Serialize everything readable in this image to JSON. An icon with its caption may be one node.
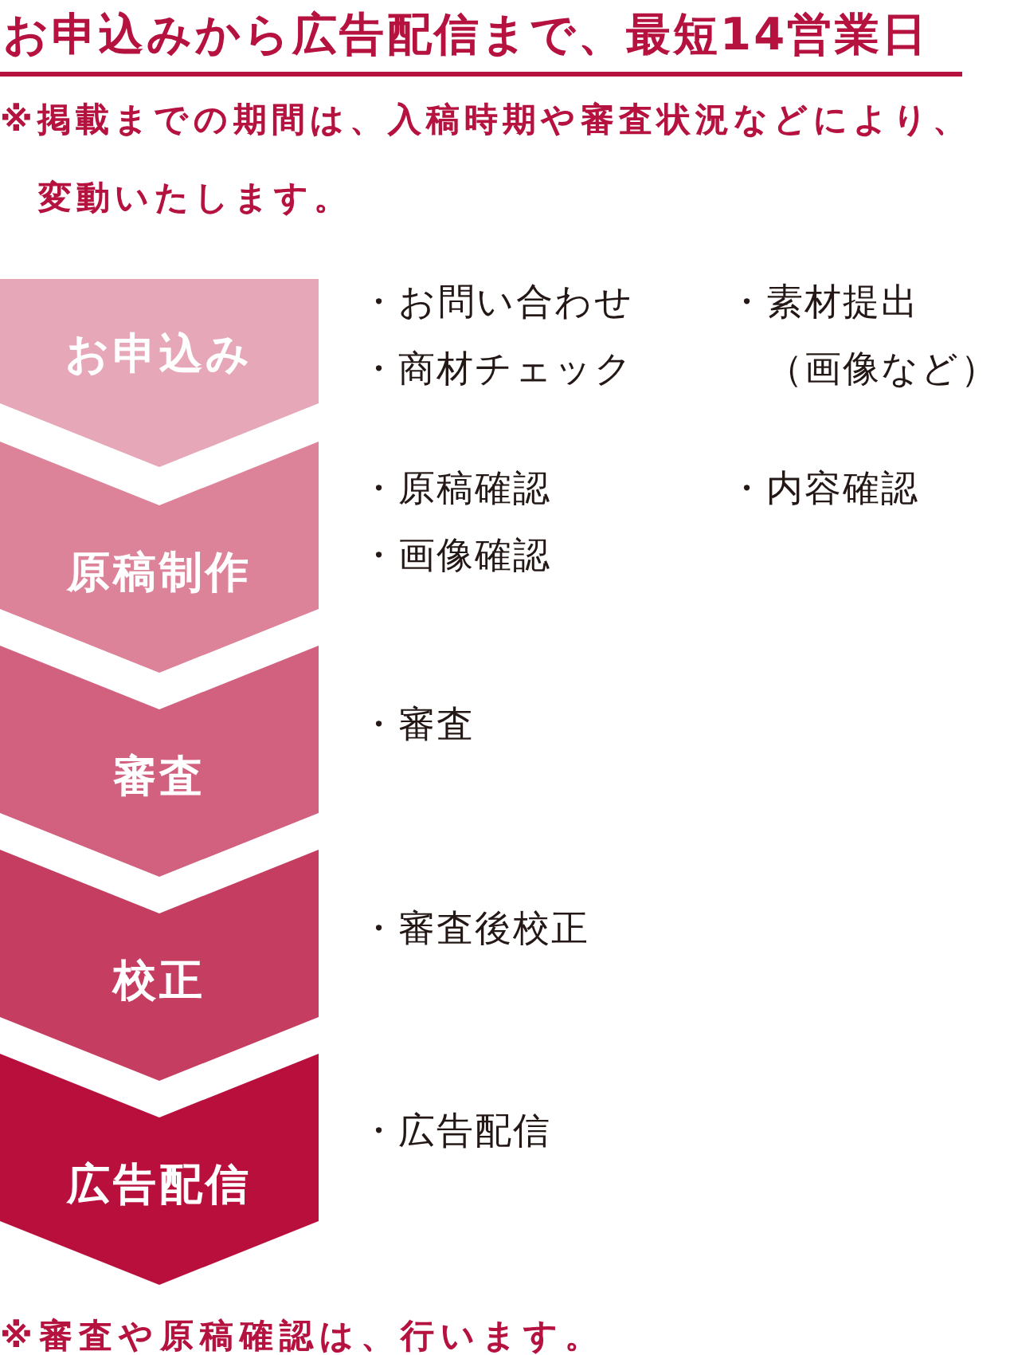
{
  "diagram": {
    "title": "お申込みから広告配信まで、最短14営業日",
    "nodes": [
      {
        "text": [
          "お申込み"
        ],
        "beside": [
          "・お問い合わせ",
          "・商材チェック",
          "・素材提出（画像など）"
        ]
      },
      {
        "text": [
          "原稿制作"
        ],
        "beside": [
          "・原稿確認",
          "・画像確認"
        ]
      },
      {
        "text": [
          "審査"
        ],
        "beside": [
          "・審査"
        ]
      },
      {
        "text": [
          "校正"
        ],
        "beside": [
          "・審査後校正"
        ]
      },
      {
        "text": [
          "広告配信"
        ],
        "beside": [
          "・広告配信"
        ]
      }
    ],
    "labels": [
      "※掲載までの期間は、入稿時期や審査状況などにより、変動いたします。",
      "・内容確認",
      "※審査や原稿確認は、行います。"
    ]
  }
}
